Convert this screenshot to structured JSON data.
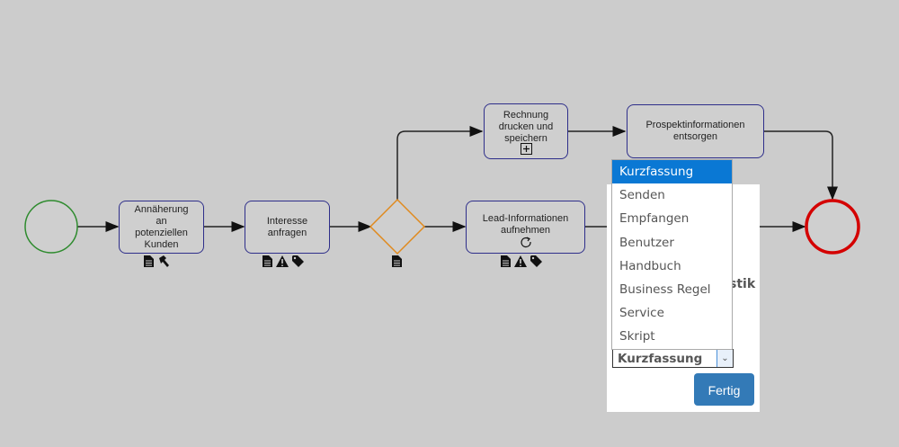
{
  "diagram": {
    "start_event": {
      "label": ""
    },
    "end_event": {
      "label": ""
    },
    "tasks": [
      {
        "id": "t1",
        "lines": [
          "Annäherung",
          "an",
          "potenziellen",
          "Kunden"
        ],
        "markers": [
          "document-icon",
          "hammer-icon"
        ]
      },
      {
        "id": "t2",
        "lines": [
          "Interesse",
          "anfragen"
        ],
        "markers": [
          "document-icon",
          "warning-icon",
          "tag-icon"
        ]
      },
      {
        "id": "t3",
        "lines": [
          "Lead-Informationen",
          "aufnehmen"
        ],
        "markers": [
          "document-icon",
          "warning-icon",
          "tag-icon"
        ],
        "loop_marker": "loop-icon"
      },
      {
        "id": "t4",
        "lines": [
          "Rechnung",
          "drucken und",
          "speichern"
        ],
        "subprocess_marker": "plus-box-icon"
      },
      {
        "id": "t5",
        "lines": [
          "Prospektinformationen",
          "entsorgen"
        ]
      }
    ],
    "gateway": {
      "markers": [
        "document-icon"
      ]
    },
    "colors": {
      "start": "#2e8b2e",
      "end": "#d40000",
      "task_border": "#2e2e8a",
      "gateway": "#e08a1e",
      "edge": "#222222"
    }
  },
  "panel": {
    "partial_text": "stik",
    "dropdown_options": [
      "Kurzfassung",
      "Senden",
      "Empfangen",
      "Benutzer",
      "Handbuch",
      "Business Regel",
      "Service",
      "Skript"
    ],
    "highlighted_option": "Kurzfassung",
    "select_value": "Kurzfassung",
    "done_button": "Fertig"
  }
}
